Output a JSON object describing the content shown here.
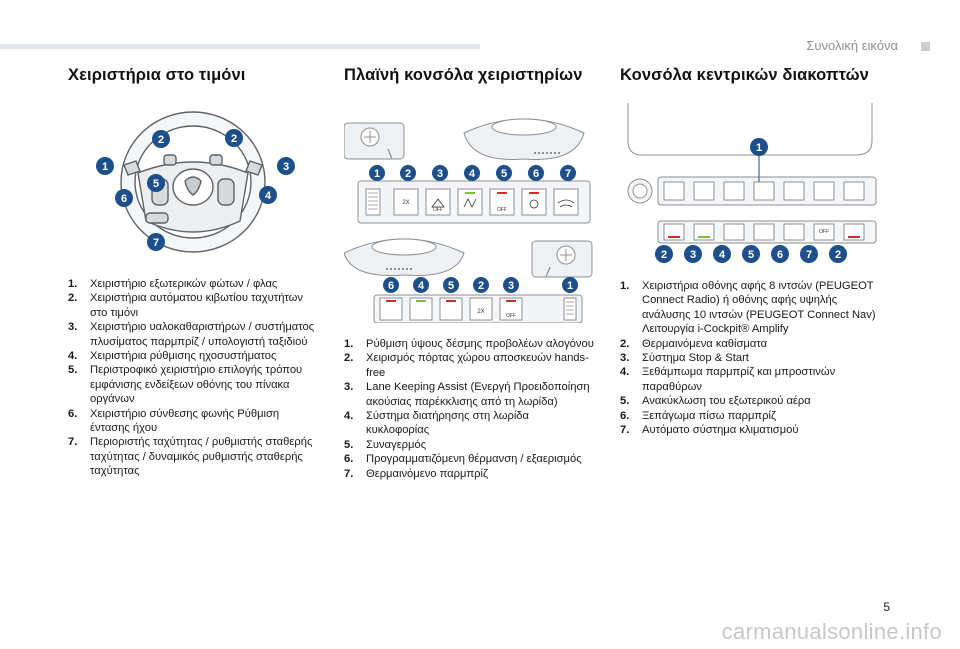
{
  "header": {
    "section_label": "Συνολική εικόνα"
  },
  "steering": {
    "title": "Χειριστήρια στο τιμόνι",
    "badges": [
      "1",
      "2",
      "2",
      "3",
      "4",
      "5",
      "6",
      "7"
    ],
    "items": [
      {
        "num": "1.",
        "text": "Χειριστήριο εξωτερικών φώτων / φλας"
      },
      {
        "num": "2.",
        "text": "Χειριστήρια αυτόματου κιβωτίου ταχυτήτων στο τιμόνι"
      },
      {
        "num": "3.",
        "text": "Χειριστήριο υαλοκαθαριστήρων / συστήματος πλυσίματος παρμπρίζ / υπολογιστή ταξιδιού"
      },
      {
        "num": "4.",
        "text": "Χειριστήρια ρύθμισης ηχοσυστήματος"
      },
      {
        "num": "5.",
        "text": "Περιστροφικό χειριστήριο επιλογής τρόπου εμφάνισης ενδείξεων οθόνης του πίνακα οργάνων"
      },
      {
        "num": "6.",
        "text": "Χειριστήριο σύνθεσης φωνής Ρύθμιση έντασης ήχου"
      },
      {
        "num": "7.",
        "text": "Περιοριστής ταχύτητας / ρυθμιστής σταθερής ταχύτητας / δυναμικός ρυθμιστής σταθερής ταχύτητας"
      }
    ]
  },
  "side_panel": {
    "title": "Πλαϊνή κονσόλα χειριστηρίων",
    "top_badges": [
      "1",
      "2",
      "3",
      "4",
      "5",
      "6",
      "7"
    ],
    "bottom_badges": [
      "6",
      "4",
      "5",
      "2",
      "3",
      "1"
    ],
    "off_label": "OFF",
    "twox_label": "2X",
    "items": [
      {
        "num": "1.",
        "text": "Ρύθμιση ύψους δέσμης προβολέων αλογόνου"
      },
      {
        "num": "2.",
        "text": "Χειρισμός πόρτας χώρου αποσκευών hands-free"
      },
      {
        "num": "3.",
        "text": "Lane Keeping Assist (Ενεργή Προειδοποίηση ακούσιας παρέκκλισης από τη λωρίδα)"
      },
      {
        "num": "4.",
        "text": "Σύστημα διατήρησης στη λωρίδα κυκλοφορίας"
      },
      {
        "num": "5.",
        "text": "Συναγερμός"
      },
      {
        "num": "6.",
        "text": "Προγραμματιζόμενη θέρμανση / εξαερισμός"
      },
      {
        "num": "7.",
        "text": "Θερμαινόμενο παρμπρίζ"
      }
    ]
  },
  "center_console": {
    "title": "Κονσόλα κεντρικών διακοπτών",
    "top_badge": "1",
    "bottom_badges": [
      "2",
      "3",
      "4",
      "5",
      "6",
      "7",
      "2"
    ],
    "off_label": "OFF",
    "items": [
      {
        "num": "1.",
        "text": "Χειριστήρια οθόνης αφής 8 ιντσών (PEUGEOT Connect Radio) ή οθόνης αφής υψηλής ανάλυσης 10 ιντσών (PEUGEOT Connect Nav)"
      },
      {
        "num": "",
        "text": "Λειτουργία i-Cockpit® Amplify"
      },
      {
        "num": "2.",
        "text": "Θερμαινόμενα καθίσματα"
      },
      {
        "num": "3.",
        "text": "Σύστημα Stop & Start"
      },
      {
        "num": "4.",
        "text": "Ξεθάμπωμα παρμπρίζ και μπροστινών παραθύρων"
      },
      {
        "num": "5.",
        "text": "Ανακύκλωση του εξωτερικού αέρα"
      },
      {
        "num": "6.",
        "text": "Ξεπάγωμα πίσω παρμπρίζ"
      },
      {
        "num": "7.",
        "text": "Αυτόματο σύστημα κλιματισμού"
      }
    ]
  },
  "footer": {
    "page_number": "5",
    "watermark": "carmanualsonline.info"
  },
  "colors": {
    "badge_blue": "#1d4f8c",
    "led_green": "#7cc242",
    "led_red": "#d8262b",
    "line_grey": "#6d7176"
  }
}
